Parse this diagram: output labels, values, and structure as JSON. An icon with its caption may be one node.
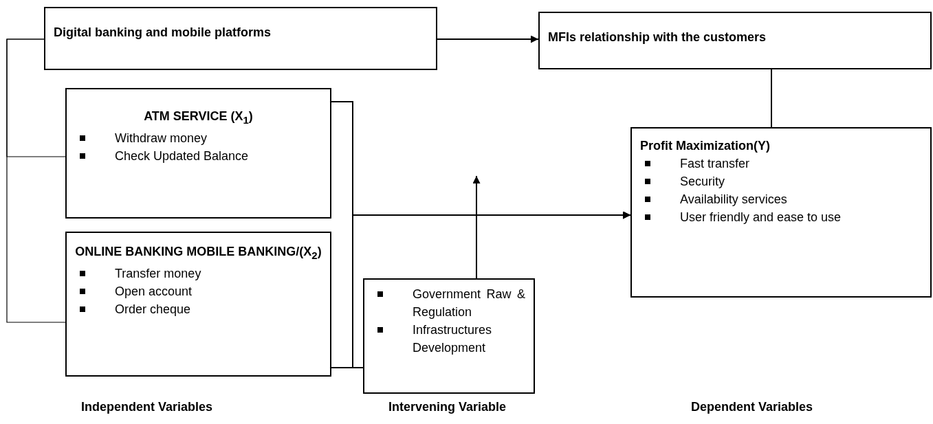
{
  "diagram": {
    "nodes": [
      {
        "text": [
          "Digital banking and mobile platforms"
        ]
      },
      {
        "text": [
          "MFIs relationship with the customers"
        ]
      },
      {
        "text": [
          "ATM SERVICE (X$_{1}$)",
          "Withdraw money",
          "Check Updated Balance"
        ]
      },
      {
        "text": [
          "ONLINE BANKING MOBILE BANKING/(X$_{2}$)",
          "Transfer money",
          "Open account",
          "Order cheque"
        ]
      },
      {
        "text": [
          "Government Raw & Regulation",
          "Infrastructures Development"
        ]
      },
      {
        "text": [
          "Profit Maximization(Y)",
          "Fast transfer",
          "Security",
          "Availability services",
          "User friendly and ease to use"
        ]
      }
    ],
    "edges": [
      {
        "from": 0,
        "to": 2,
        "arrow": "none"
      },
      {
        "from": 0,
        "to": 3,
        "arrow": "none"
      },
      {
        "from": 0,
        "to": 1,
        "arrow": "to"
      },
      {
        "from": 1,
        "to": 5,
        "arrow": "none"
      },
      {
        "from": 2,
        "to": 5,
        "arrow": "to"
      },
      {
        "from": 3,
        "to": 5,
        "arrow": "to"
      },
      {
        "from": 4,
        "to": 5,
        "arrow": "to"
      },
      {
        "from": 4,
        "to": null,
        "arrow": "to"
      }
    ],
    "labels": [
      "Independent Variables",
      "Intervening Variable",
      "Dependent Variables"
    ]
  }
}
